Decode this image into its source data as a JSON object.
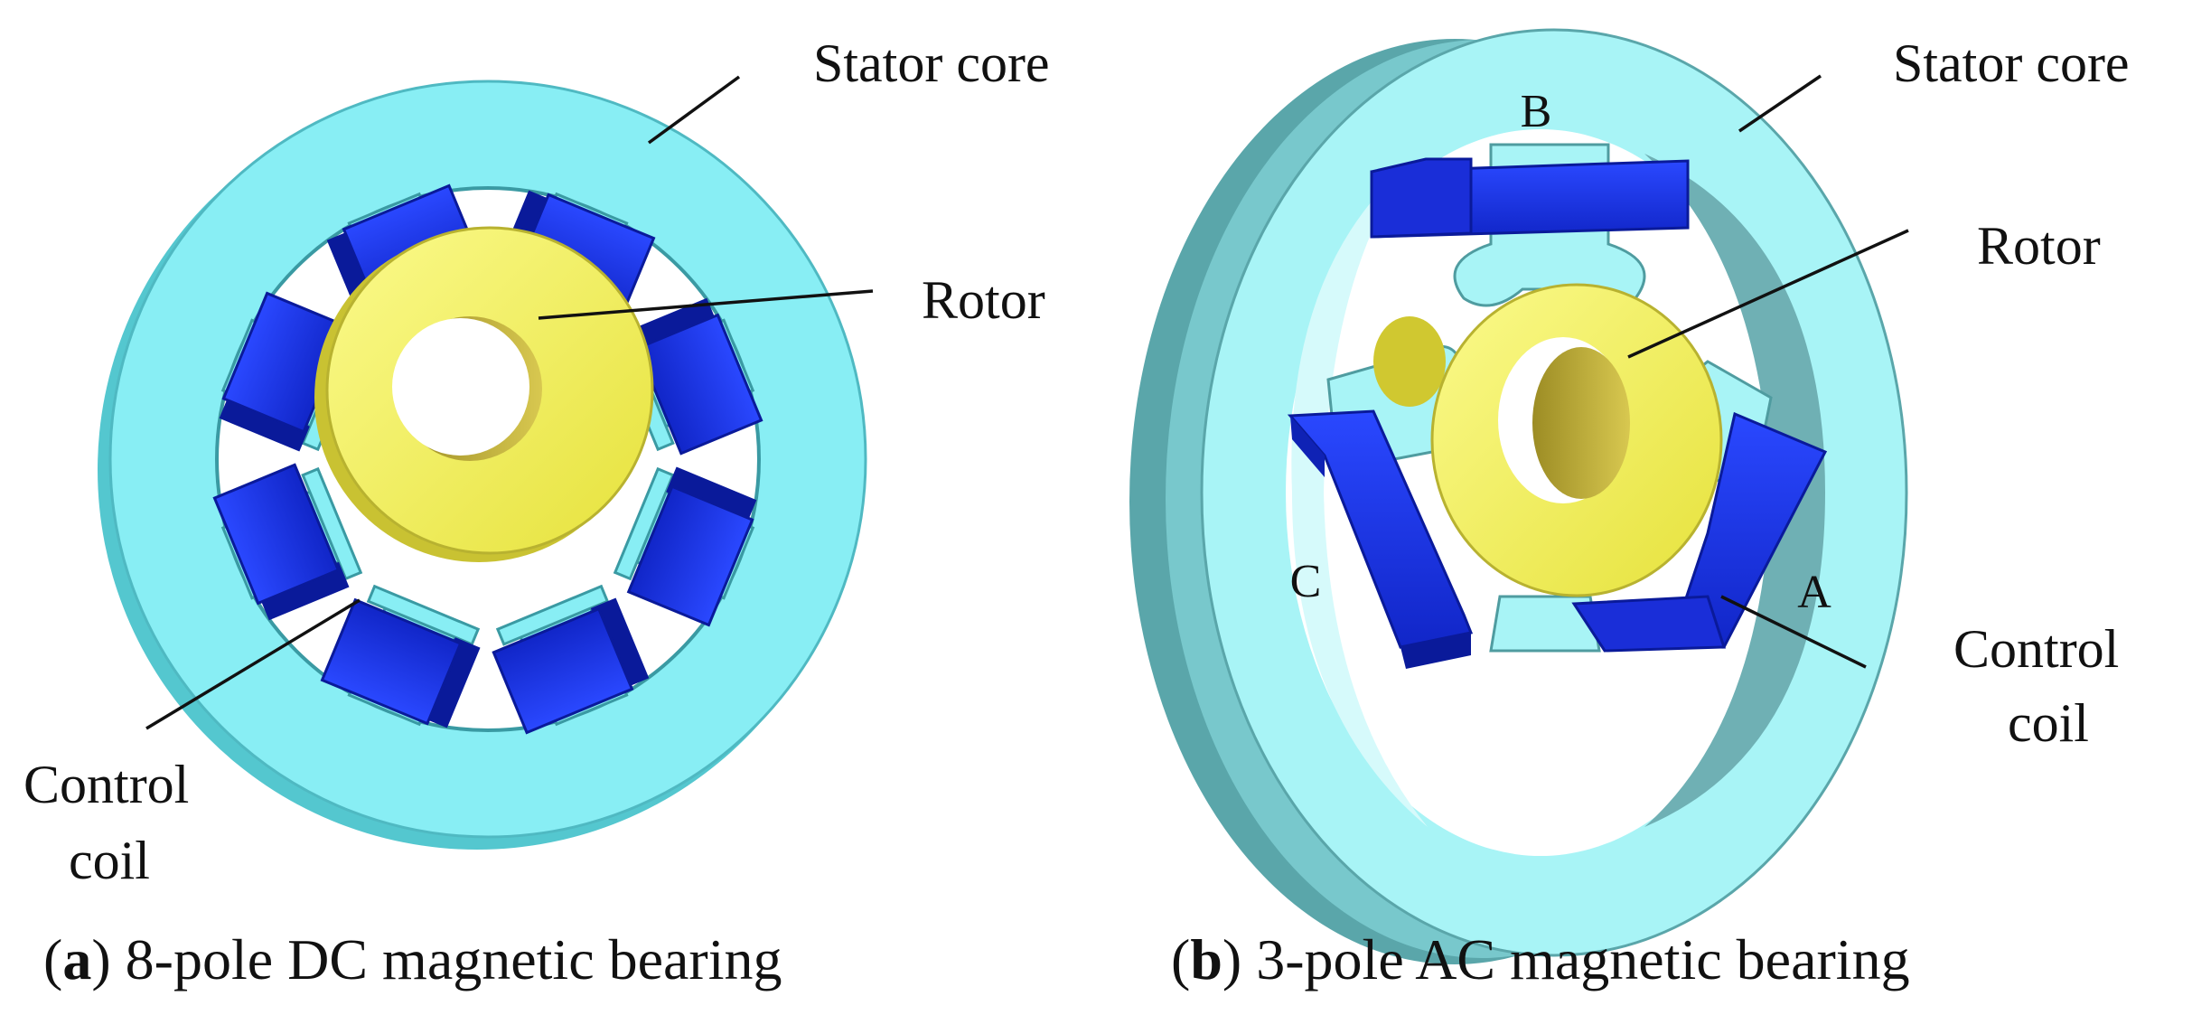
{
  "panel_a": {
    "caption_letter": "a",
    "caption_text": " 8-pole DC magnetic bearing",
    "labels": {
      "stator": "Stator core",
      "rotor": "Rotor",
      "coil_line1": "Control",
      "coil_line2": "coil"
    },
    "pole_count": 8
  },
  "panel_b": {
    "caption_letter": "b",
    "caption_text": " 3-pole AC magnetic bearing",
    "labels": {
      "stator": "Stator core",
      "rotor": "Rotor",
      "coil_line1": "Control",
      "coil_line2": "coil"
    },
    "phases": [
      "B",
      "C",
      "A"
    ]
  },
  "colors": {
    "stator": "#88eef4",
    "stator_edge": "#4fb9c2",
    "stator_inner": "#3a9aa3",
    "coil": "#1530e0",
    "coil_dark": "#0a1a9a",
    "rotor": "#f2f05a",
    "rotor_inner": "#c9b83a",
    "ab_stator": "#a8f4f6",
    "ab_stator_side": "#5aa6aa"
  }
}
